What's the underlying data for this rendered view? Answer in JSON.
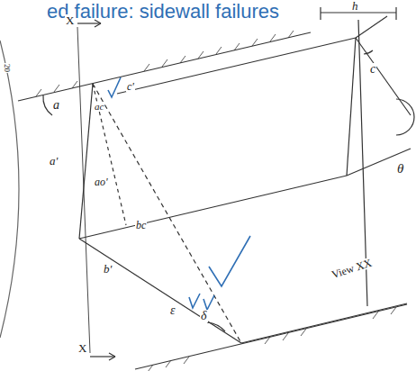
{
  "diagram": {
    "title": "ed failure: sidewall failures",
    "labels": [
      "X",
      "a",
      "ac",
      "c'",
      "a'",
      "ao'",
      "bc",
      "b'",
      "ε",
      "δ",
      "X",
      "h",
      "c",
      "θ",
      "View XX",
      "20"
    ]
  }
}
